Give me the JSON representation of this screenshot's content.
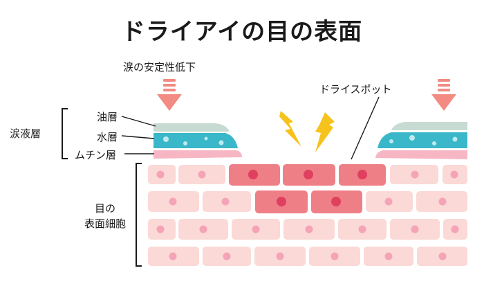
{
  "title": "ドライアイの目の表面",
  "labels": {
    "tear_stability_decline": "涙の安定性低下",
    "dry_spot": "ドライスポット",
    "oil_layer": "油層",
    "water_layer": "水層",
    "mucin_layer": "ムチン層",
    "tear_film": "涙液層",
    "eye_surface_line1": "目の",
    "eye_surface_line2": "表面細胞"
  },
  "colors": {
    "arrow": "#f28b82",
    "oil": "#c7dbd2",
    "water": "#3ab7c8",
    "mucin": "#f7b6c4",
    "cell_normal": "#fbd9d6",
    "cell_dry": "#ef7f87",
    "nucleus_normal": "#f5a3b6",
    "nucleus_dry": "#e0405f",
    "lightning": "#f6c21c",
    "bracket": "#1a1a1a"
  },
  "icons": [
    "down-arrow-icon",
    "lightning-icon"
  ]
}
